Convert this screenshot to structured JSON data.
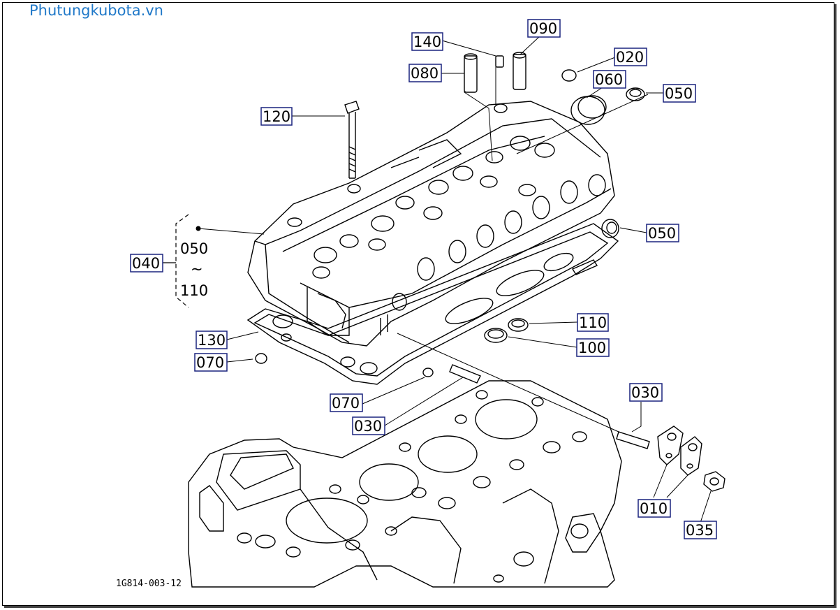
{
  "watermark": "Phutungkubota.vn",
  "doc_id": "1G814-003-12",
  "colors": {
    "label_border": "#1a237e",
    "watermark": "#1f78c8",
    "line": "#000000"
  },
  "labels": [
    "140",
    "090",
    "020",
    "080",
    "060",
    "050",
    "120",
    "050",
    "040",
    "130",
    "110",
    "070",
    "100",
    "070",
    "030",
    "030",
    "010",
    "035"
  ],
  "group_range": {
    "from": "050",
    "tilde": "~",
    "to": "110"
  }
}
